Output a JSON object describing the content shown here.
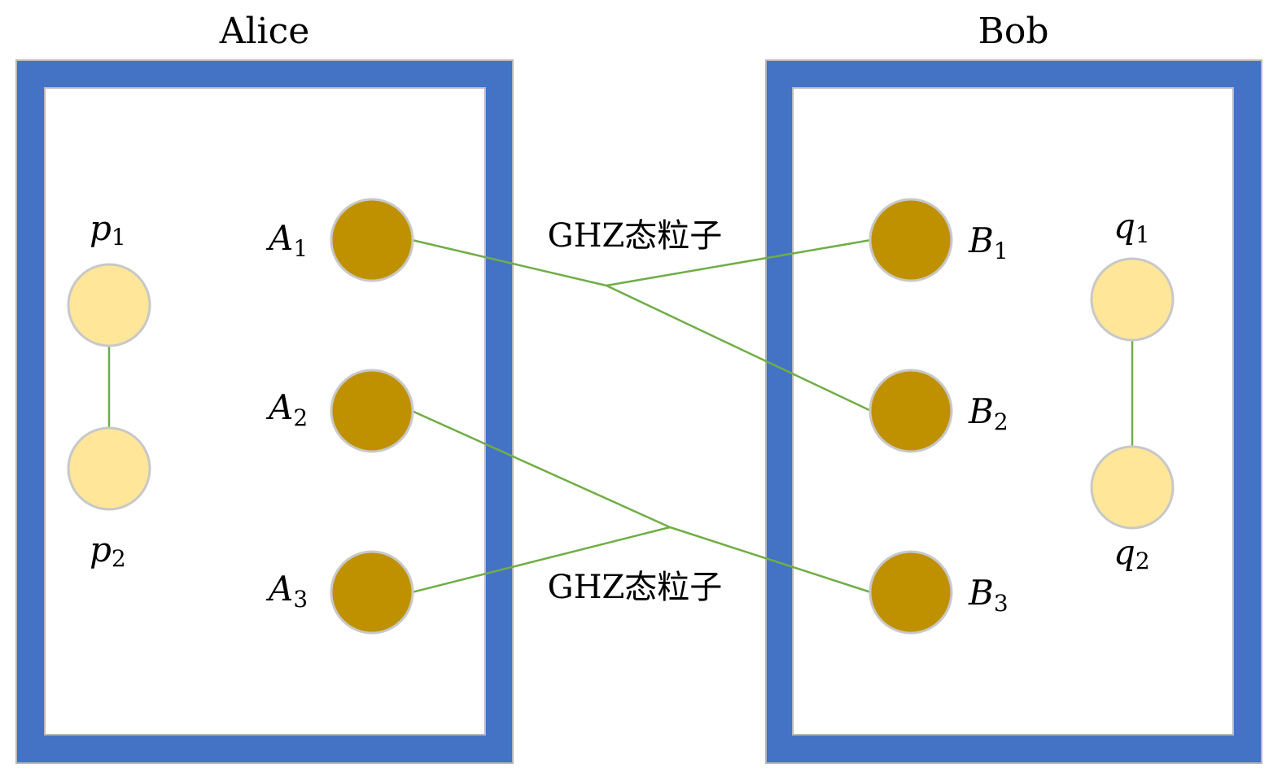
{
  "colors": {
    "box_border": "#4472C4",
    "box_border_outline": "#B8B8B8",
    "box_fill": "#FFFFFF",
    "entangled_particle": "#BF9000",
    "local_particle": "#FFE699",
    "particle_outline": "#C8C8C8",
    "link": "#70AD47"
  },
  "parties": {
    "alice": {
      "title": "Alice"
    },
    "bob": {
      "title": "Bob"
    }
  },
  "particles": {
    "A1": {
      "base": "A",
      "sub": "1"
    },
    "A2": {
      "base": "A",
      "sub": "2"
    },
    "A3": {
      "base": "A",
      "sub": "3"
    },
    "B1": {
      "base": "B",
      "sub": "1"
    },
    "B2": {
      "base": "B",
      "sub": "2"
    },
    "B3": {
      "base": "B",
      "sub": "3"
    },
    "p1": {
      "base": "p",
      "sub": "1"
    },
    "p2": {
      "base": "p",
      "sub": "2"
    },
    "q1": {
      "base": "q",
      "sub": "1"
    },
    "q2": {
      "base": "q",
      "sub": "2"
    }
  },
  "ghz_labels": {
    "top": "GHZ态粒子",
    "bottom": "GHZ态粒子"
  }
}
